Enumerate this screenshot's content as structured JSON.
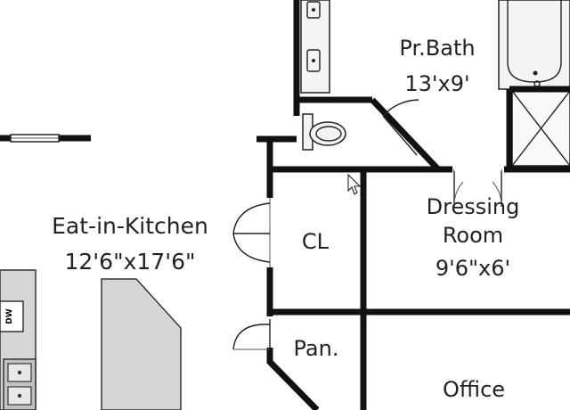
{
  "rooms": {
    "bath": {
      "name": "Pr.Bath",
      "size": "13'x9'"
    },
    "kitchen": {
      "name": "Eat-in-Kitchen",
      "size": "12'6\"x17'6\""
    },
    "closet": {
      "name": "CL"
    },
    "dressing": {
      "name_line1": "Dressing",
      "name_line2": "Room",
      "size": "9'6\"x6'"
    },
    "pantry": {
      "name": "Pan."
    },
    "office": {
      "name": "Office"
    }
  },
  "appliances": {
    "dishwasher": "DW"
  },
  "colors": {
    "wall": "#111111",
    "counter": "#d6d6d6",
    "fixture": "#ececec"
  }
}
